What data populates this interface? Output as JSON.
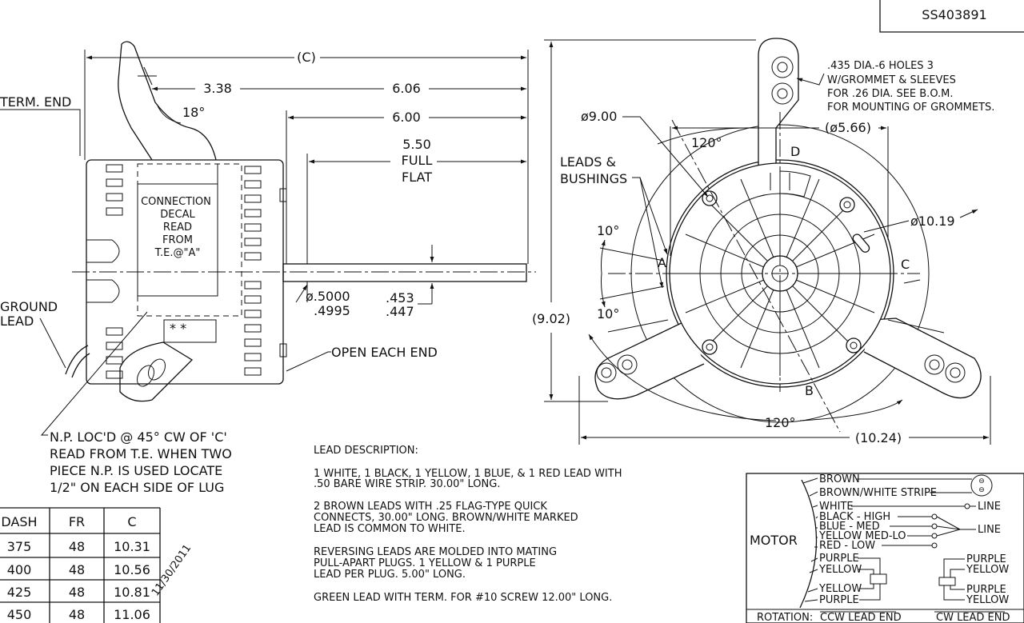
{
  "drawing_number": "SS403891",
  "side_view": {
    "term_end": "TERM. END",
    "dim_c": "(C)",
    "dim_338": "3.38",
    "dim_606": "6.06",
    "dim_600": "6.00",
    "dim_550": "5.50",
    "full": "FULL",
    "flat": "FLAT",
    "angle_18": "18°",
    "decal_lines": [
      "CONNECTION",
      "DECAL",
      "READ",
      "FROM",
      "T.E.@\"A\""
    ],
    "ground_lines": [
      "GROUND",
      "LEAD"
    ],
    "shaft_dia_1": "ø.5000",
    "shaft_dia_2": ".4995",
    "flat_1": ".453",
    "flat_2": ".447",
    "open_each_end": "OPEN EACH END",
    "asterisks": "*   *",
    "np_note": [
      "N.P. LOC'D @ 45° CW OF 'C'",
      "READ FROM T.E. WHEN TWO",
      "PIECE N.P. IS USED LOCATE",
      "1/2\" ON EACH SIDE OF LUG"
    ]
  },
  "end_view": {
    "holes_note": [
      ".435 DIA.-6 HOLES 3",
      "W/GROMMET & SLEEVES",
      "FOR .26 DIA. SEE B.O.M.",
      "FOR MOUNTING OF GROMMETS."
    ],
    "dia_900": "ø9.00",
    "angle_120_top": "120°",
    "dia_566": "(ø5.66)",
    "leads_1": "LEADS &",
    "leads_2": "BUSHINGS",
    "dia_1019": "ø10.19",
    "angle_10_a": "10°",
    "angle_10_b": "10°",
    "dim_902": "(9.02)",
    "label_a": "A",
    "label_b": "B",
    "label_c": "C",
    "label_d": "D",
    "angle_120_bottom": "120°",
    "dim_1024": "(10.24)"
  },
  "table": {
    "headers": [
      "DASH",
      "FR",
      "C"
    ],
    "rows": [
      [
        "375",
        "48",
        "10.31"
      ],
      [
        "400",
        "48",
        "10.56"
      ],
      [
        "425",
        "48",
        "10.81"
      ],
      [
        "450",
        "48",
        "11.06"
      ]
    ]
  },
  "date_stamp": "11/30/2011",
  "lead_description": {
    "title": "LEAD DESCRIPTION:",
    "p1": [
      "1 WHITE, 1 BLACK, 1 YELLOW, 1 BLUE, & 1 RED LEAD WITH",
      ".50 BARE WIRE STRIP. 30.00\" LONG."
    ],
    "p2": [
      "2 BROWN LEADS WITH .25 FLAG-TYPE QUICK",
      "CONNECTS, 30.00\" LONG. BROWN/WHITE MARKED",
      "LEAD IS COMMON TO WHITE."
    ],
    "p3": [
      "REVERSING LEADS ARE MOLDED INTO MATING",
      "PULL-APART PLUGS. 1 YELLOW & 1 PURPLE",
      "LEAD PER PLUG. 5.00\" LONG."
    ],
    "p4": [
      "GREEN LEAD WITH TERM. FOR #10 SCREW 12.00\" LONG."
    ]
  },
  "wiring": {
    "motor": "MOTOR",
    "brown": "BROWN",
    "brown_white": "BROWN/WHITE STRIPE",
    "white": "WHITE",
    "line1": "LINE",
    "black": "BLACK  -  HIGH",
    "blue": "BLUE  -  MED",
    "yellow_med": "YELLOW MED-LO",
    "red": "RED  -  LOW",
    "line2": "LINE",
    "purple1": "PURPLE",
    "yellow1": "YELLOW",
    "yellow2": "YELLOW",
    "purple2": "PURPLE",
    "r_purple1": "PURPLE",
    "r_yellow1": "YELLOW",
    "r_purple2": "PURPLE",
    "r_yellow2": "YELLOW",
    "rotation": "ROTATION:",
    "ccw": "CCW LEAD END",
    "cw": "CW LEAD END"
  }
}
